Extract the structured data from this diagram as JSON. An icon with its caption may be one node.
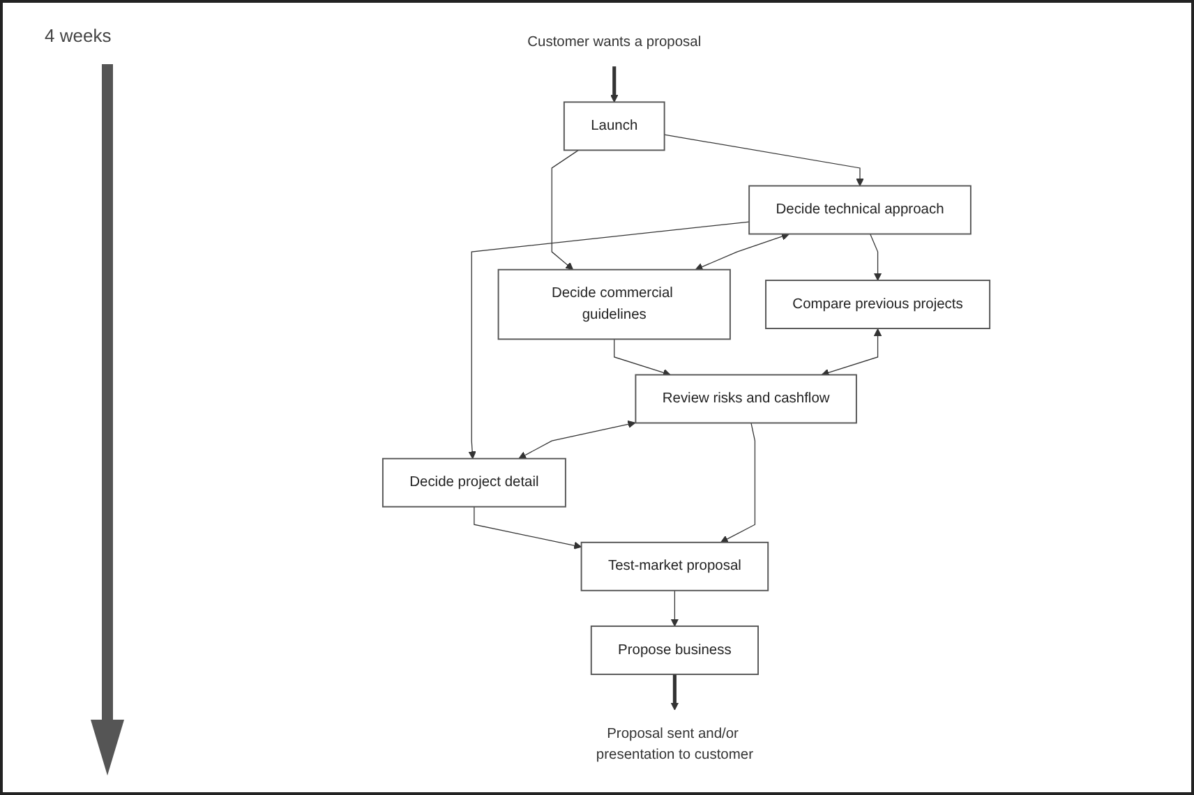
{
  "diagram": {
    "nodes": [
      {
        "text": [
          "Customer wants a proposal"
        ]
      },
      {
        "text": [
          "Launch"
        ]
      },
      {
        "text": [
          "Decide technical approach"
        ]
      },
      {
        "text": [
          "Decide commercial guidelines"
        ]
      },
      {
        "text": [
          "Compare previous projects"
        ]
      },
      {
        "text": [
          "Review risks and cashflow"
        ]
      },
      {
        "text": [
          "Decide project detail"
        ]
      },
      {
        "text": [
          "Test-market proposal"
        ]
      },
      {
        "text": [
          "Propose business"
        ]
      },
      {
        "text": [
          "Proposal sent and/or presentation to customer"
        ]
      }
    ],
    "edges": [
      {
        "from": 0,
        "to": 1,
        "arrow": "to",
        "style": "thick"
      },
      {
        "from": 1,
        "to": 2,
        "arrow": "to"
      },
      {
        "from": 1,
        "to": 3,
        "arrow": "to"
      },
      {
        "from": 2,
        "to": 3,
        "arrow": "both"
      },
      {
        "from": 2,
        "to": 4,
        "arrow": "to"
      },
      {
        "from": 2,
        "to": 6,
        "arrow": "to"
      },
      {
        "from": 3,
        "to": 5,
        "arrow": "to"
      },
      {
        "from": 4,
        "to": 5,
        "arrow": "both"
      },
      {
        "from": 5,
        "to": 6,
        "arrow": "both"
      },
      {
        "from": 6,
        "to": 7,
        "arrow": "to"
      },
      {
        "from": 5,
        "to": 7,
        "arrow": "to"
      },
      {
        "from": 7,
        "to": 8,
        "arrow": "to"
      },
      {
        "from": 8,
        "to": 9,
        "arrow": "to",
        "style": "thick"
      }
    ],
    "labels": [
      "4 weeks"
    ]
  }
}
